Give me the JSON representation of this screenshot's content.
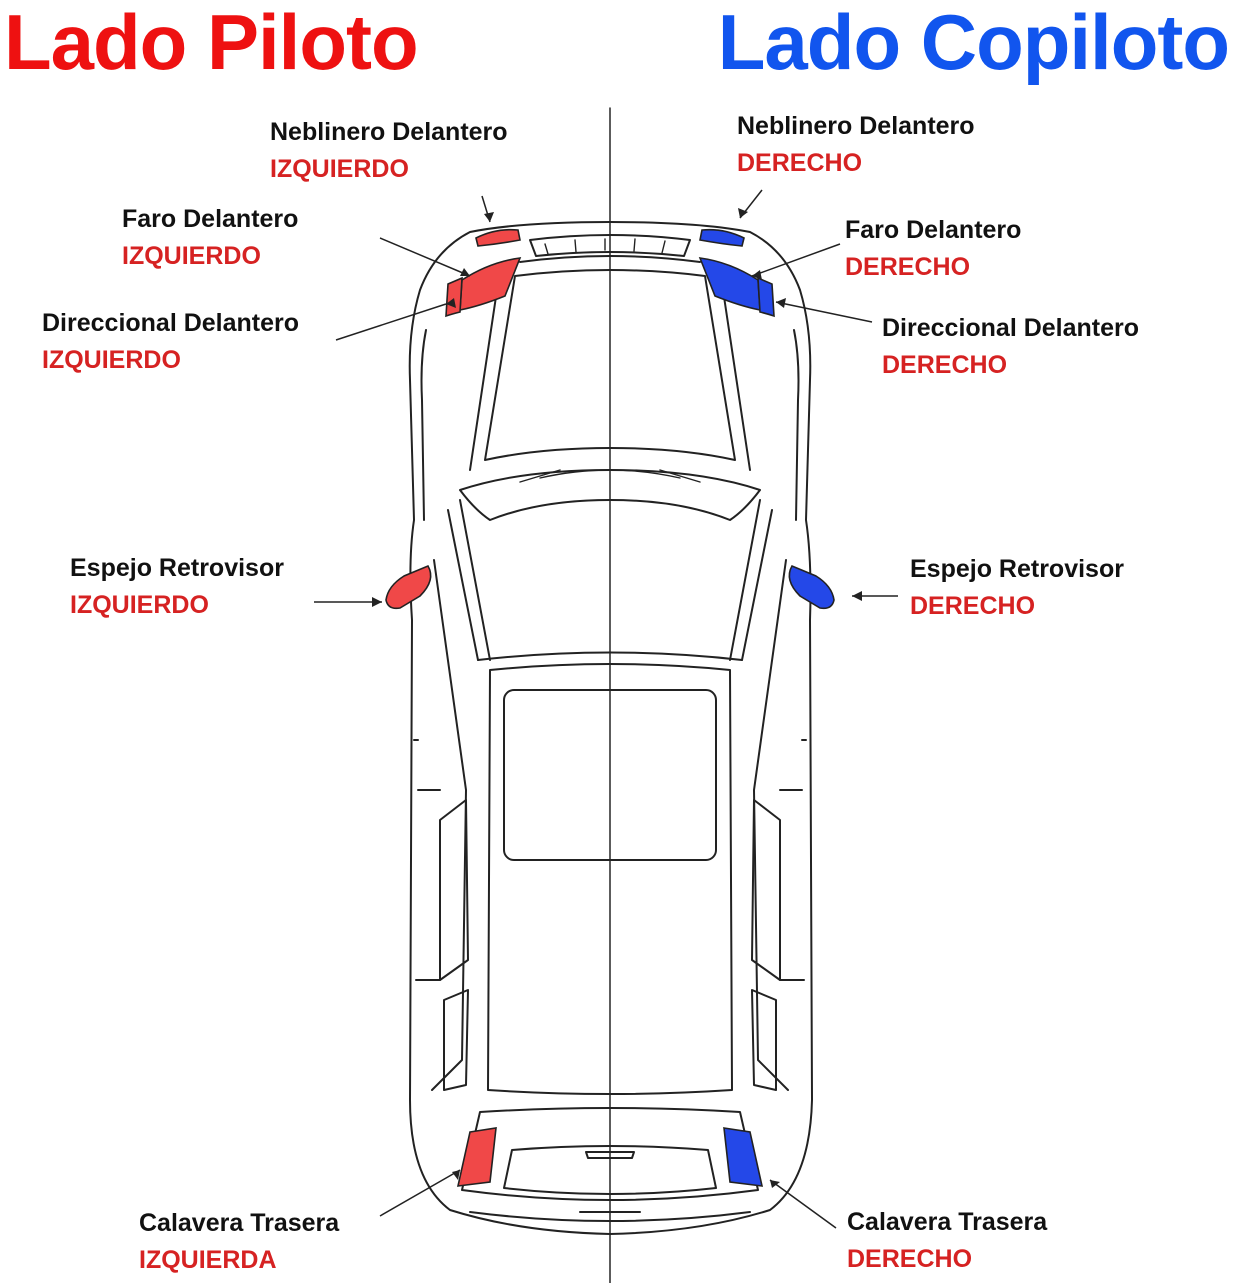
{
  "colors": {
    "left_accent": "#ee1111",
    "right_accent": "#1155ee",
    "side_text": "#d62222",
    "fill_left": "#f04848",
    "fill_right": "#2448e8",
    "line": "#222222"
  },
  "header": {
    "left_title": "Lado Piloto",
    "right_title": "Lado Copiloto"
  },
  "labels": {
    "left": [
      {
        "name": "Neblinero Delantero",
        "side": "IZQUIERDO"
      },
      {
        "name": "Faro Delantero",
        "side": "IZQUIERDO"
      },
      {
        "name": "Direccional Delantero",
        "side": "IZQUIERDO"
      },
      {
        "name": "Espejo Retrovisor",
        "side": "IZQUIERDO"
      },
      {
        "name": "Calavera Trasera",
        "side": "IZQUIERDA"
      }
    ],
    "right": [
      {
        "name": "Neblinero Delantero",
        "side": "DERECHO"
      },
      {
        "name": "Faro Delantero",
        "side": "DERECHO"
      },
      {
        "name": "Direccional Delantero",
        "side": "DERECHO"
      },
      {
        "name": "Espejo Retrovisor",
        "side": "DERECHO"
      },
      {
        "name": "Calavera Trasera",
        "side": "DERECHO"
      }
    ]
  }
}
